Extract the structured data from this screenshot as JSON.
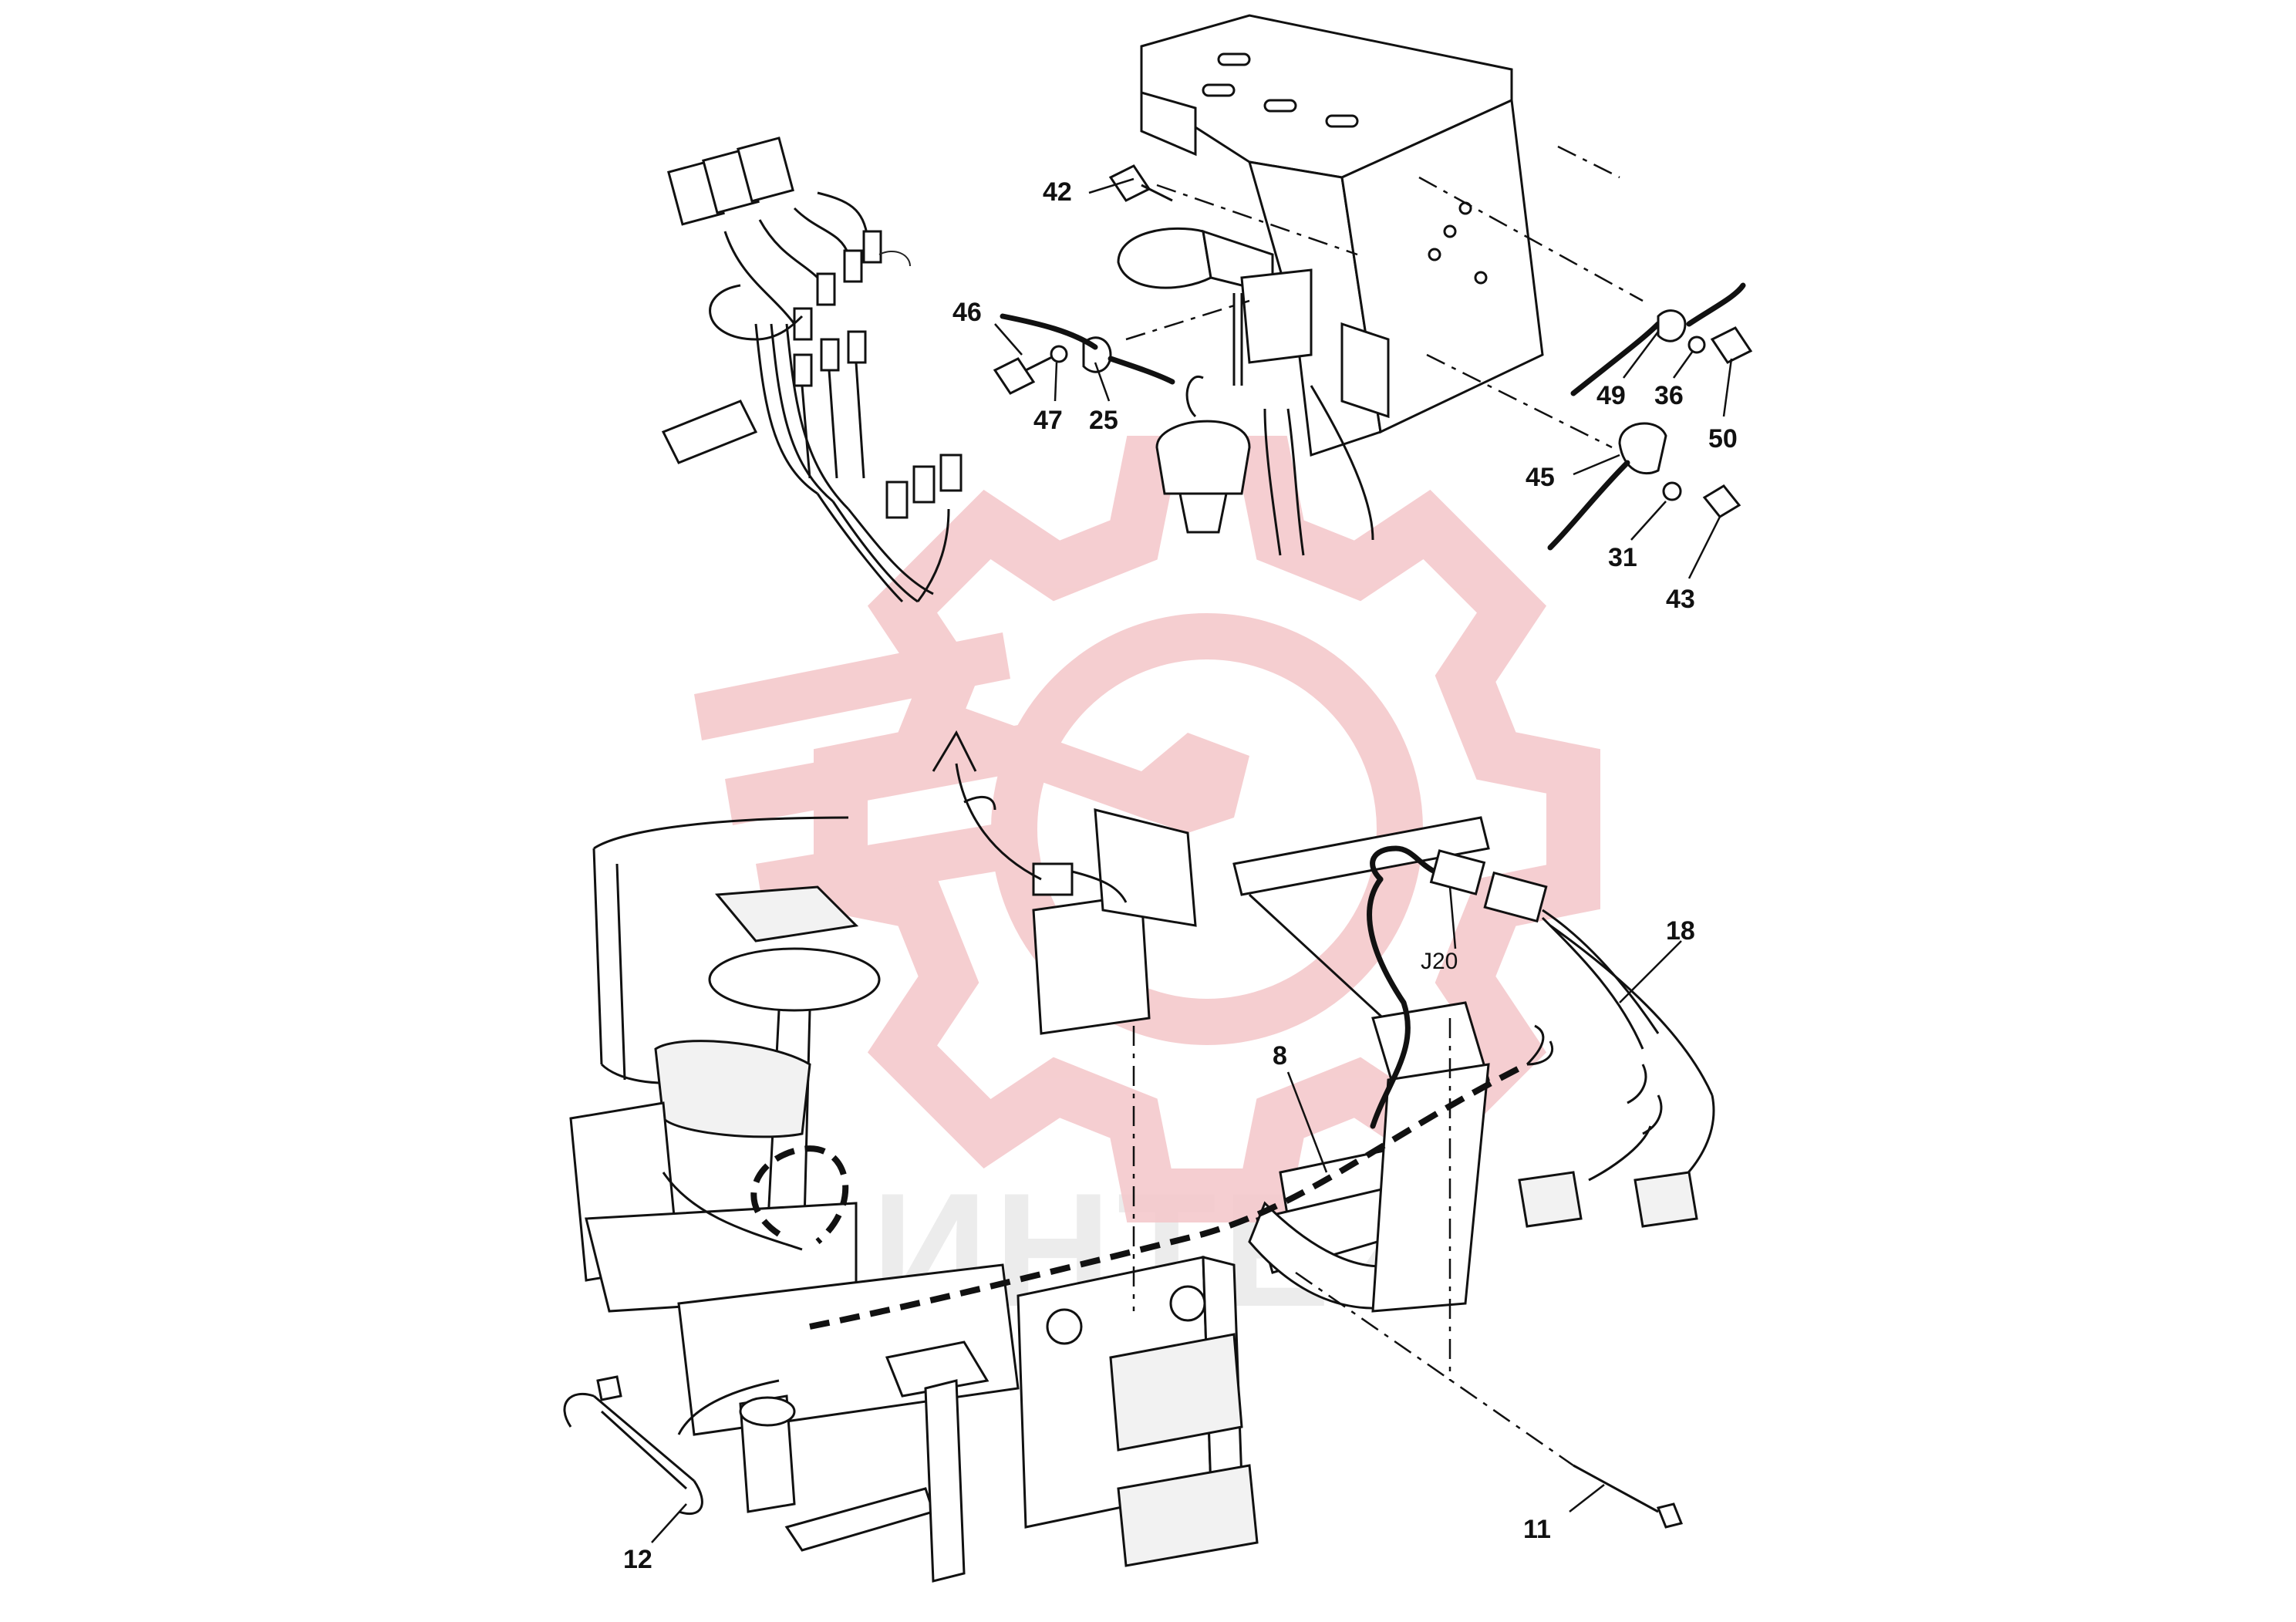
{
  "watermark": {
    "text": "ИНТЕХ",
    "color": "#f4c9cc"
  },
  "callouts": [
    {
      "id": "42",
      "label": "42"
    },
    {
      "id": "46",
      "label": "46"
    },
    {
      "id": "47",
      "label": "47"
    },
    {
      "id": "25",
      "label": "25"
    },
    {
      "id": "49",
      "label": "49"
    },
    {
      "id": "36",
      "label": "36"
    },
    {
      "id": "50",
      "label": "50"
    },
    {
      "id": "45",
      "label": "45"
    },
    {
      "id": "31",
      "label": "31"
    },
    {
      "id": "43",
      "label": "43"
    },
    {
      "id": "18",
      "label": "18"
    },
    {
      "id": "J20",
      "label": "J20"
    },
    {
      "id": "8",
      "label": "8"
    },
    {
      "id": "11",
      "label": "11"
    },
    {
      "id": "12",
      "label": "12"
    }
  ]
}
